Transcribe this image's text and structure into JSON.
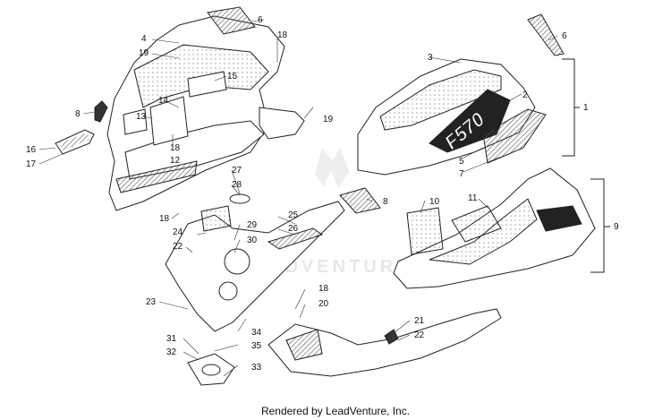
{
  "footer": "Rendered by LeadVenture, Inc.",
  "watermark": "ADVENTURE",
  "colors": {
    "line": "#222222",
    "part_fill": "#ffffff",
    "hatch": "#555555",
    "watermark": "#c8c8c8"
  },
  "callouts": [
    "6",
    "4",
    "19",
    "18",
    "1",
    "3",
    "2",
    "15",
    "14",
    "13",
    "8",
    "16",
    "17",
    "18",
    "12",
    "19",
    "5",
    "7",
    "8",
    "11",
    "10",
    "9",
    "27",
    "28",
    "18",
    "25",
    "26",
    "29",
    "24",
    "30",
    "22",
    "23",
    "18",
    "20",
    "34",
    "21",
    "22",
    "31",
    "32",
    "35",
    "33",
    "6"
  ]
}
